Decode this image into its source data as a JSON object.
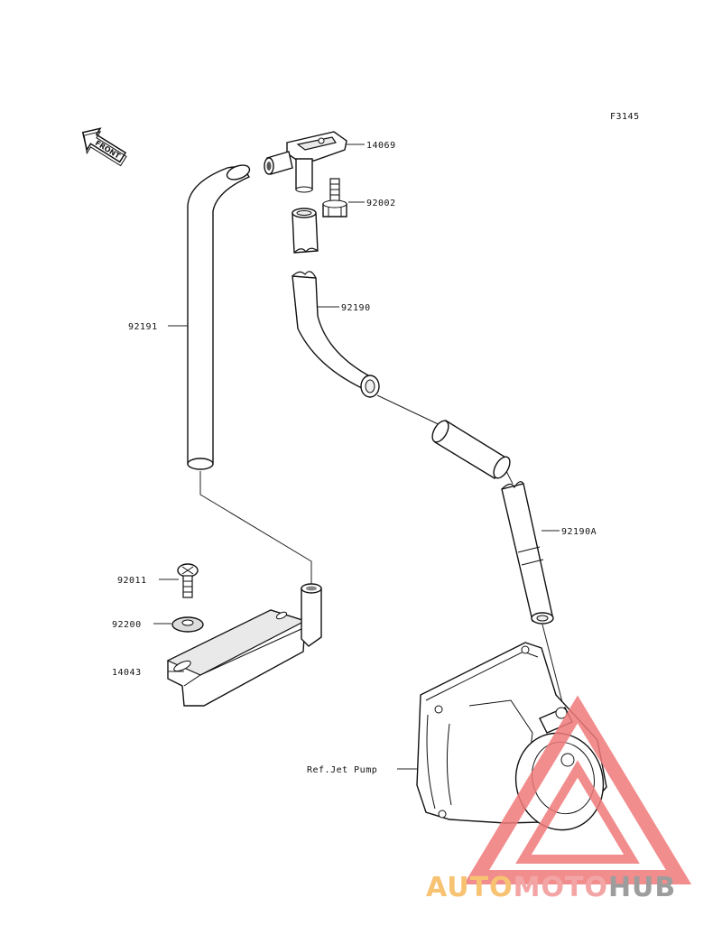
{
  "figure_code": "F3145",
  "front_arrow_label": "FRONT",
  "parts": [
    {
      "part_number": "14069"
    },
    {
      "part_number": "92002"
    },
    {
      "part_number": "92191"
    },
    {
      "part_number": "92190"
    },
    {
      "part_number": "92190A"
    },
    {
      "part_number": "92011"
    },
    {
      "part_number": "92200"
    },
    {
      "part_number": "14043"
    }
  ],
  "reference_label": "Ref.Jet Pump",
  "watermark": {
    "auto": "AUTO",
    "moto": "MOTO",
    "hub": "HUB",
    "colors": {
      "auto": "#f6b85a",
      "moto": "#f19696",
      "hub": "#8c8c8c",
      "triangle": "#f07a7a"
    }
  }
}
